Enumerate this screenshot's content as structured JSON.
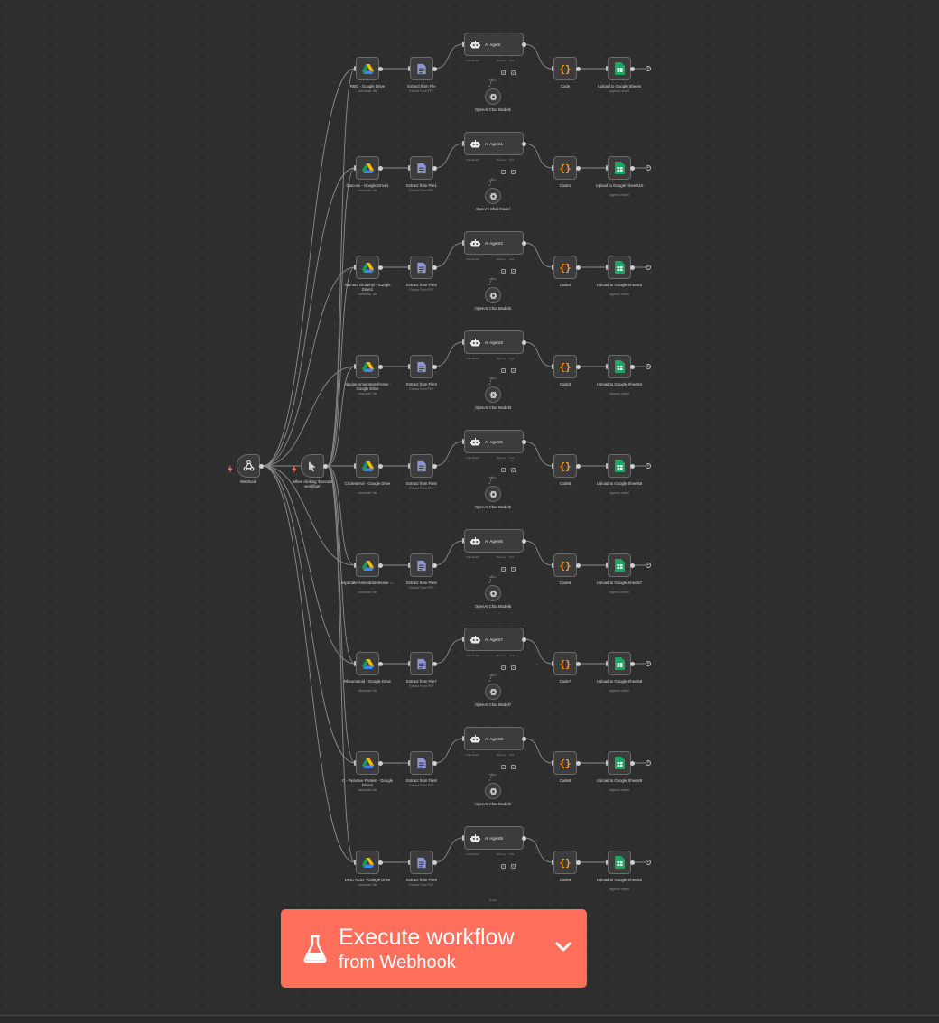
{
  "canvas": {
    "background": "#2e2e2e",
    "node_fill": "#3c3c3c",
    "wire_color": "#8e8e8e"
  },
  "triggers": [
    {
      "name": "Webhook",
      "icon": "webhook-icon"
    },
    {
      "name": "When clicking 'Execute workflow'",
      "icon": "cursor-icon"
    }
  ],
  "branch_sublabels": {
    "drive": "download: file",
    "extract": "Extract From PDF",
    "sheets": "append: sheet",
    "agent_chat_model": "Chat Model*",
    "agent_memory": "Memory",
    "agent_tool": "Tool",
    "model_port": "Model"
  },
  "branches": [
    {
      "drive": "RBC - Google Drive",
      "extract": "Extract from File",
      "agent": "AI Agent",
      "model": "OpenAI Chat Model1",
      "code": "Code",
      "sheets": "Upload to Google Sheets"
    },
    {
      "drive": "Glucose - Google Drive1",
      "extract": "Extract from File1",
      "agent": "AI Agent1",
      "model": "OpenAI Chat Model",
      "code": "Code1",
      "sheets": "Upload to Google Sheets10"
    },
    {
      "drive": "Gamma Glutamyl - Google Drive1",
      "extract": "Extract from File2",
      "agent": "AI Agent2",
      "model": "OpenAI Chat Model2",
      "code": "Code2",
      "sheets": "Upload to Google Sheets3"
    },
    {
      "drive": "Alanine Aminotransferase - Google Drive",
      "extract": "Extract from File3",
      "agent": "AI Agent3",
      "model": "OpenAI Chat Model3",
      "code": "Code3",
      "sheets": "Upload to Google Sheets4"
    },
    {
      "drive": "Cholesterol - Google Drive",
      "extract": "Extract from File5",
      "agent": "AI Agent5",
      "model": "OpenAI Chat Model5",
      "code": "Code5",
      "sheets": "Upload to Google Sheets6"
    },
    {
      "drive": "Aspartate Aminotransferase -...",
      "extract": "Extract from File6",
      "agent": "AI Agent6",
      "model": "OpenAI Chat Model6",
      "code": "Code6",
      "sheets": "Upload to Google Sheets7"
    },
    {
      "drive": "Rheumatoid - Google Drive",
      "extract": "Extract from File7",
      "agent": "AI Agent7",
      "model": "OpenAI Chat Model7",
      "code": "Code7",
      "sheets": "Upload to Google Sheets8"
    },
    {
      "drive": "C - Reactive Protein - Google Drive1",
      "extract": "Extract from File8",
      "agent": "AI Agent8",
      "model": "OpenAI Chat Model8",
      "code": "Code8",
      "sheets": "Upload to Google Sheets9"
    },
    {
      "drive": "URIC ACID - Google Drive",
      "extract": "Extract from File9",
      "agent": "AI Agent9",
      "model": "",
      "code": "Code9",
      "sheets": "Upload to Google Sheets2"
    }
  ],
  "execute_button": {
    "title": "Execute workflow",
    "subtitle": "from Webhook",
    "icon": "flask-icon",
    "dropdown_icon": "chevron-down-icon",
    "color": "#ff6f5c"
  }
}
